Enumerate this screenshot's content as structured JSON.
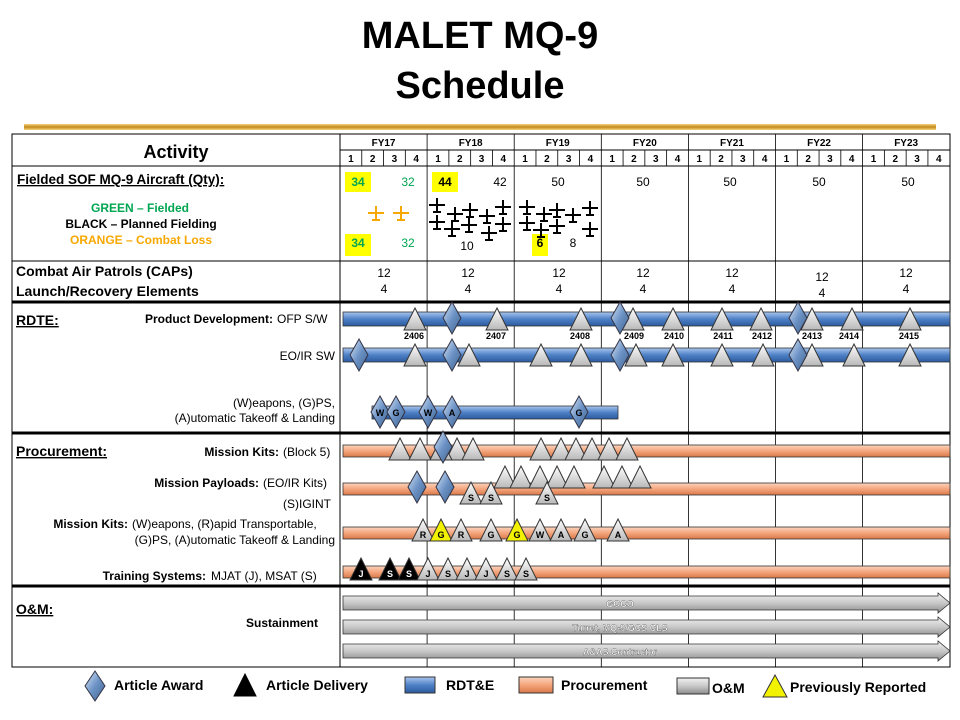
{
  "title_line1": "MALET MQ-9",
  "title_line2": "Schedule",
  "header": {
    "activity": "Activity"
  },
  "fiscal_years": [
    "FY17",
    "FY18",
    "FY19",
    "FY20",
    "FY21",
    "FY22",
    "FY23"
  ],
  "quarters": [
    "1",
    "2",
    "3",
    "4"
  ],
  "sections": {
    "fielded": "Fielded SOF MQ-9 Aircraft (Qty):",
    "legend_green": "GREEN – Fielded",
    "legend_black": "BLACK – Planned Fielding",
    "legend_orange": "ORANGE – Combat Loss",
    "caps_1": "Combat Air Patrols (CAPs)",
    "caps_2": "Launch/Recovery Elements",
    "rdte": "RDTE:",
    "rdte_row1_bold": "Product Development:",
    "rdte_row1_rest": "OFP S/W",
    "rdte_row2": "EO/IR SW",
    "rdte_row3_a": "(W)eapons, (G)PS,",
    "rdte_row3_b": "(A)utomatic Takeoff & Landing",
    "procurement": "Procurement:",
    "proc_row1_bold": "Mission Kits:",
    "proc_row1_rest": "(Block 5)",
    "proc_row2_bold": "Mission Payloads:",
    "proc_row2_rest": "(EO/IR Kits)",
    "proc_row3": "(S)IGINT",
    "proc_row4_bold": "Mission Kits:",
    "proc_row4_rest": "(W)eapons, (R)apid Transportable,",
    "proc_row4_b": "(G)PS, (A)utomatic Takeoff & Landing",
    "proc_row5_bold": "Training Systems:",
    "proc_row5_rest": "MJAT (J), MSAT (S)",
    "om": "O&M:",
    "om_row": "Sustainment"
  },
  "fielded_top": [
    {
      "value": "34",
      "color": "#00a651",
      "highlight": true
    },
    {
      "value": "32",
      "color": "#00a651",
      "highlight": false
    },
    {
      "value": "44",
      "color": "#000000",
      "highlight": true
    },
    {
      "value": "42",
      "color": "#000000",
      "highlight": false
    },
    {
      "value": "50",
      "color": "#000000",
      "highlight": false
    },
    {
      "value": "50",
      "color": "#000000",
      "highlight": false
    },
    {
      "value": "50",
      "color": "#000000",
      "highlight": false
    },
    {
      "value": "50",
      "color": "#000000",
      "highlight": false
    },
    {
      "value": "50",
      "color": "#000000",
      "highlight": false
    }
  ],
  "fielded_bottom": [
    {
      "value": "34",
      "color": "#00a651",
      "highlight": true
    },
    {
      "value": "32",
      "color": "#00a651",
      "highlight": false
    },
    {
      "value": "10",
      "color": "#000000",
      "highlight": false
    },
    {
      "value": "6",
      "color": "#000000",
      "highlight": true
    },
    {
      "value": "8",
      "color": "#000000",
      "highlight": false
    }
  ],
  "caps": [
    {
      "caps": "12",
      "lre": "4"
    },
    {
      "caps": "12",
      "lre": "4"
    },
    {
      "caps": "12",
      "lre": "4"
    },
    {
      "caps": "12",
      "lre": "4"
    },
    {
      "caps": "12",
      "lre": "4"
    },
    {
      "caps": "12",
      "lre": "4"
    },
    {
      "caps": "12",
      "lre": "4"
    }
  ],
  "ofp_labels": [
    "2406",
    "2407",
    "2408",
    "2409",
    "2410",
    "2411",
    "2412",
    "2413",
    "2414",
    "2415"
  ],
  "rdte_row3_letters": [
    "W",
    "G",
    "W",
    "A",
    "G"
  ],
  "proc_row3_letters": [
    "S",
    "S",
    "S"
  ],
  "proc_row4_letters": [
    "R",
    "G",
    "R",
    "G",
    "G",
    "W",
    "A",
    "G",
    "A"
  ],
  "proc_row5_letters": [
    "J",
    "S",
    "S",
    "J",
    "S",
    "J",
    "J",
    "S",
    "S"
  ],
  "om_bars": [
    "GOCO",
    "Turret, MQ-9/GCS CLS",
    "A&AS Contractor"
  ],
  "legend": {
    "award": "Article Award",
    "delivery": "Article Delivery",
    "rdte": "RDT&E",
    "procurement": "Procurement",
    "om": "O&M",
    "previous": "Previously Reported"
  },
  "colors": {
    "rdte_bar": "#4f81c7",
    "proc_bar": "#f4a57c",
    "om_bar": "#c8c8c8",
    "fielded_green": "#00a651",
    "combat_loss_orange": "#f7a800",
    "highlight_yellow": "#ffff00",
    "title_rule_gold": "#c28a1e"
  }
}
